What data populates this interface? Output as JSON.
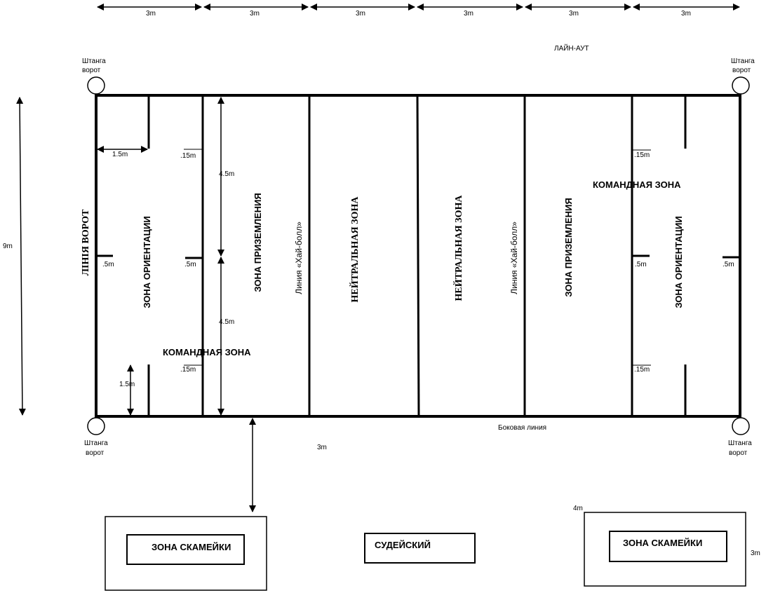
{
  "dimensions": {
    "top": [
      "3m",
      "3m",
      "3m",
      "3m",
      "3m",
      "3m"
    ],
    "width_9m": "9m",
    "half_45m_top": "4.5m",
    "half_45m_bottom": "4.5m",
    "team_zone_depth": "1.5m",
    "orientation_gap": "1.5m",
    "mark_015": ".15m",
    "mark_05": ".5m",
    "bench_gap": "3m",
    "bench_w": "4m",
    "bench_h": "3m"
  },
  "labels": {
    "line_out": "ЛАЙН-АУТ",
    "goal_post": [
      "Штанга",
      "ворот"
    ],
    "goal_line": "ЛІНІЯ ВОРОТ",
    "orientation_zone": "ЗОНА ОРИЕНТАЦИИ",
    "landing_zone": "ЗОНА ПРИЗЕМЛЕНИЯ",
    "high_ball_line": "Линия «Хай-болл»",
    "neutral_zone": "НЕЙТРАЛЬНАЯ ЗОНА",
    "team_zone": "КОМАНДНАЯ ЗОНА",
    "side_line": "Боковая линия",
    "bench_zone": "ЗОНА СКАМЕЙКИ",
    "referee": "СУДЕЙСКИЙ"
  }
}
